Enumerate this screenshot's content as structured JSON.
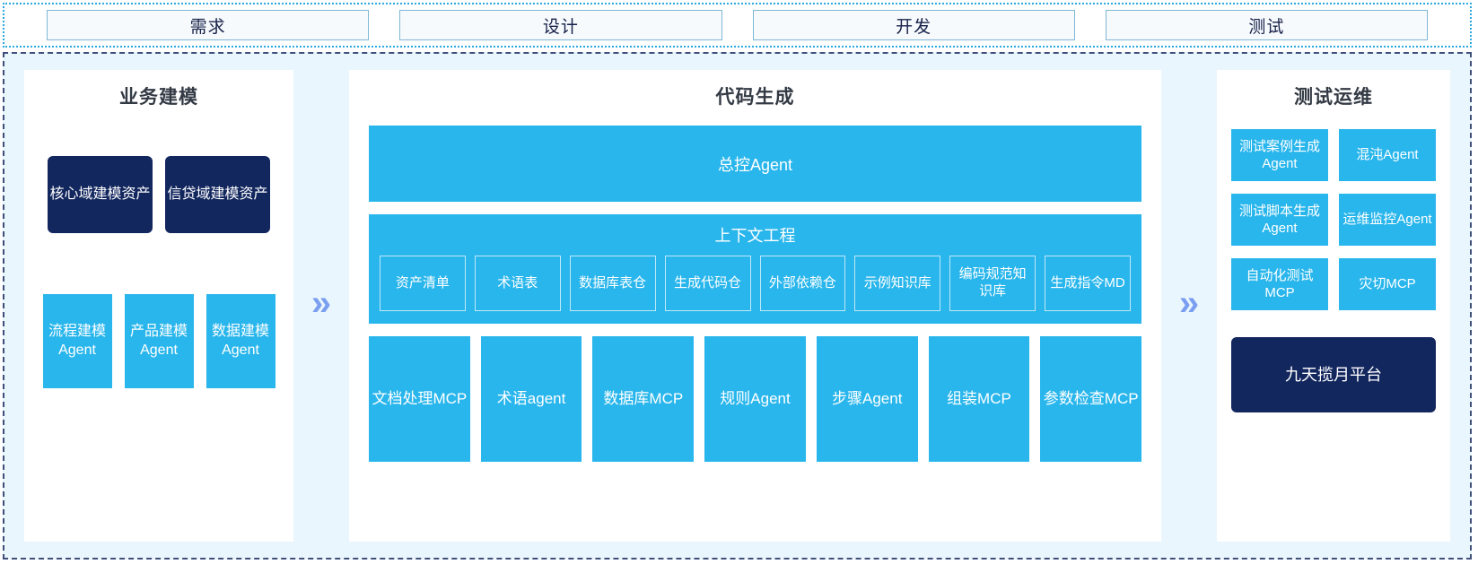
{
  "phases": [
    {
      "label": "需求"
    },
    {
      "label": "设计"
    },
    {
      "label": "开发"
    },
    {
      "label": "测试"
    }
  ],
  "arrows": {
    "glyph": "»",
    "color": "#7a9ff0"
  },
  "left_panel": {
    "title": "业务建模",
    "assets": [
      {
        "label": "核心域建模资产"
      },
      {
        "label": "信贷域建模资产"
      }
    ],
    "agents": [
      {
        "label": "流程建模Agent"
      },
      {
        "label": "产品建模Agent"
      },
      {
        "label": "数据建模Agent"
      }
    ]
  },
  "center_panel": {
    "title": "代码生成",
    "master_agent": "总控Agent",
    "context": {
      "title": "上下文工程",
      "items": [
        {
          "label": "资产清单"
        },
        {
          "label": "术语表"
        },
        {
          "label": "数据库表仓"
        },
        {
          "label": "生成代码仓"
        },
        {
          "label": "外部依赖仓"
        },
        {
          "label": "示例知识库"
        },
        {
          "label": "编码规范知识库"
        },
        {
          "label": "生成指令MD"
        }
      ]
    },
    "tools": [
      {
        "label": "文档处理MCP"
      },
      {
        "label": "术语agent"
      },
      {
        "label": "数据库MCP"
      },
      {
        "label": "规则Agent"
      },
      {
        "label": "步骤Agent"
      },
      {
        "label": "组装MCP"
      },
      {
        "label": "参数检查MCP"
      }
    ]
  },
  "right_panel": {
    "title": "测试运维",
    "items": [
      {
        "label": "测试案例生成Agent"
      },
      {
        "label": "混沌Agent"
      },
      {
        "label": "测试脚本生成Agent"
      },
      {
        "label": "运维监控Agent"
      },
      {
        "label": "自动化测试MCP"
      },
      {
        "label": "灾切MCP"
      }
    ],
    "platform": "九天揽月平台"
  },
  "colors": {
    "accent_blue": "#29b6ec",
    "dark_navy": "#13275f",
    "stage_bg": "#eaf6fd",
    "chip_border": "#7fb7d4"
  }
}
